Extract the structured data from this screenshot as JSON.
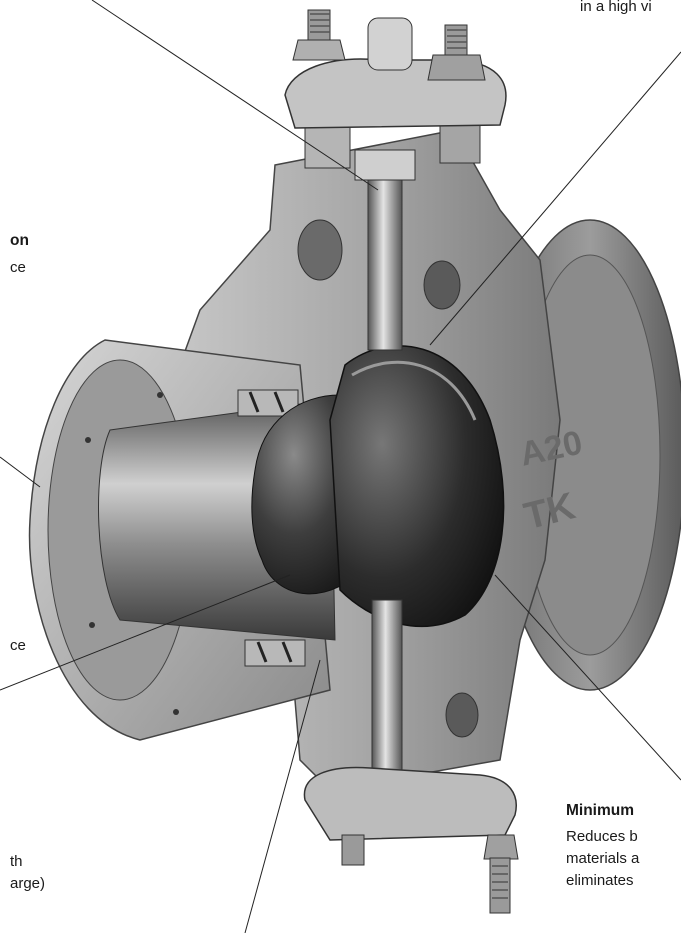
{
  "callouts": {
    "top_right_fragment": "in a high vi",
    "left_heading_fragment": "on",
    "left_body_fragment": "ce",
    "left_lower_fragment": "ce",
    "bottom_left_line1": "th",
    "bottom_left_line2": "arge)",
    "right_heading": "Minimum",
    "right_body_line1": "Reduces b",
    "right_body_line2": "materials a",
    "right_body_line3": "eliminates"
  },
  "casting": {
    "mark_1": "A20",
    "mark_2": "TK"
  }
}
